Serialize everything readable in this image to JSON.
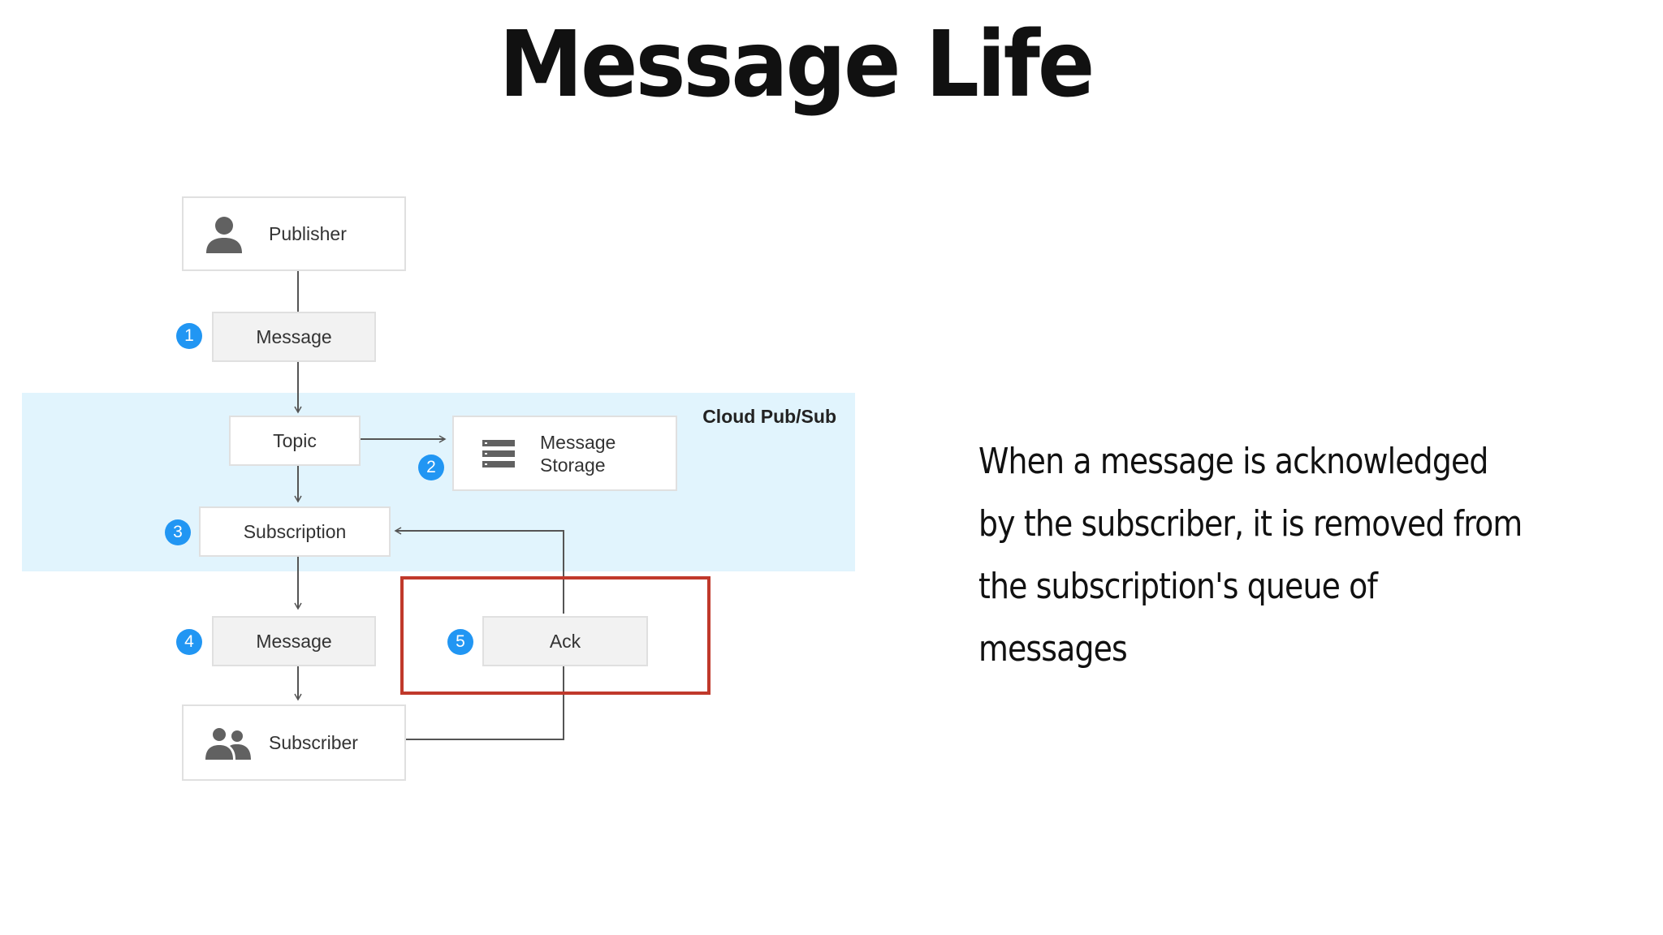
{
  "slide": {
    "title": "Message Life",
    "explanation": "When a message is acknowledged by the subscriber, it is removed from the subscription's queue of messages"
  },
  "diagram": {
    "cloud_label": "Cloud Pub/Sub",
    "nodes": {
      "publisher": "Publisher",
      "message1": "Message",
      "topic": "Topic",
      "storage_line1": "Message",
      "storage_line2": "Storage",
      "subscription": "Subscription",
      "message2": "Message",
      "ack": "Ack",
      "subscriber": "Subscriber"
    },
    "badges": {
      "b1": "1",
      "b2": "2",
      "b3": "3",
      "b4": "4",
      "b5": "5"
    },
    "icons": {
      "publisher": "person-icon",
      "storage": "storage-icon",
      "subscriber": "group-icon"
    },
    "colors": {
      "band": "#e1f4fd",
      "badge": "#2196f3",
      "highlight": "#c0392b"
    }
  }
}
